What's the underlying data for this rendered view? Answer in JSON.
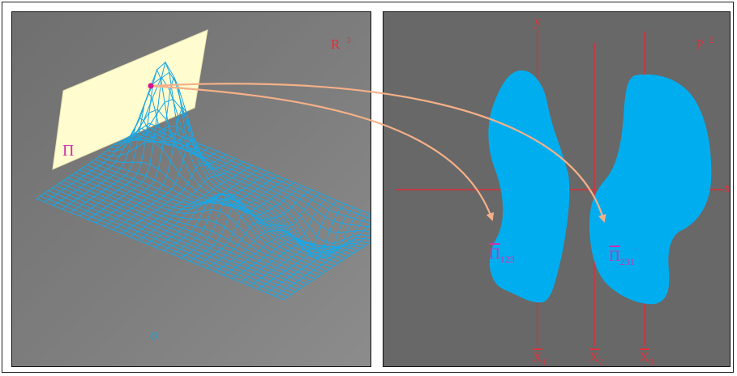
{
  "left_panel": {
    "space_label": "R",
    "space_exponent": "3",
    "plane_label": "Π",
    "surface_label": "σ"
  },
  "right_panel": {
    "space_label": "P",
    "space_exponent": "2",
    "y_axis_label": "y",
    "x_axis_label": "x",
    "region1_label": "Π",
    "region1_sub": "123",
    "region2_label": "Π",
    "region2_sub": "231",
    "region2_prime": "'",
    "axes": [
      {
        "label": "X",
        "sub": "1"
      },
      {
        "label": "X",
        "sub": "2"
      },
      {
        "label": "X",
        "sub": "3"
      }
    ]
  },
  "colors": {
    "mesh": "#1aa7e6",
    "blob": "#00aeef",
    "plane": "#fffcd0",
    "arrow": "#f5b088",
    "axis": "#d8303a",
    "point": "#d4148c",
    "label_red": "#e0303a",
    "label_magenta": "#d02fb0"
  }
}
